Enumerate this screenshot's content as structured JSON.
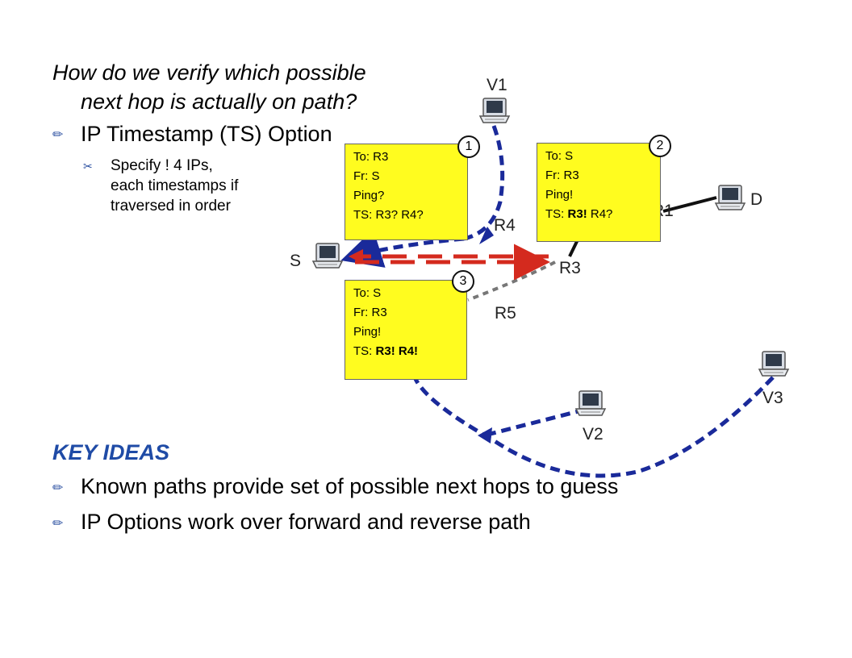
{
  "question": {
    "line1": "How do we verify which possible",
    "line2": "next hop is actually on path?"
  },
  "bullet_ts": {
    "icon": "pencil-bullet-icon",
    "text": "IP Timestamp (TS) Option"
  },
  "sub_bullet": {
    "icon": "scissors-bullet-icon",
    "line1": "Specify ! 4 IPs,",
    "line2": "each timestamps if",
    "line3": "traversed in order"
  },
  "key_ideas": {
    "title": "KEY IDEAS",
    "items": [
      "Known paths provide set of possible next hops to guess",
      "IP Options work over forward and reverse path"
    ]
  },
  "nodes": {
    "v1": "V1",
    "s": "S",
    "r4": "R4",
    "r3": "R3",
    "r5": "R5",
    "r1": "R1",
    "d": "D",
    "v2": "V2",
    "v3": "V3"
  },
  "packets": [
    {
      "step": "1",
      "to": "To: R3",
      "fr": "Fr: S",
      "ping": "Ping?",
      "ts_prefix": "TS: ",
      "ts_a": "R3?",
      "ts_sep": " ",
      "ts_b": "R4?"
    },
    {
      "step": "2",
      "to": "To: S",
      "fr": "Fr: R3",
      "ping": "Ping!",
      "ts_prefix": "TS: ",
      "ts_a": "R3!",
      "ts_sep": " ",
      "ts_b": "R4?"
    },
    {
      "step": "3",
      "to": "To: S",
      "fr": "Fr: R3",
      "ping": "Ping!",
      "ts_prefix": "TS: ",
      "ts_a": "R3!",
      "ts_sep": " ",
      "ts_b": "R4!"
    }
  ],
  "colors": {
    "path_blue": "#1a2a9a",
    "arrow_red": "#d42a1e",
    "box_yellow": "#fffc1f",
    "key_blue": "#1f4ba6"
  }
}
